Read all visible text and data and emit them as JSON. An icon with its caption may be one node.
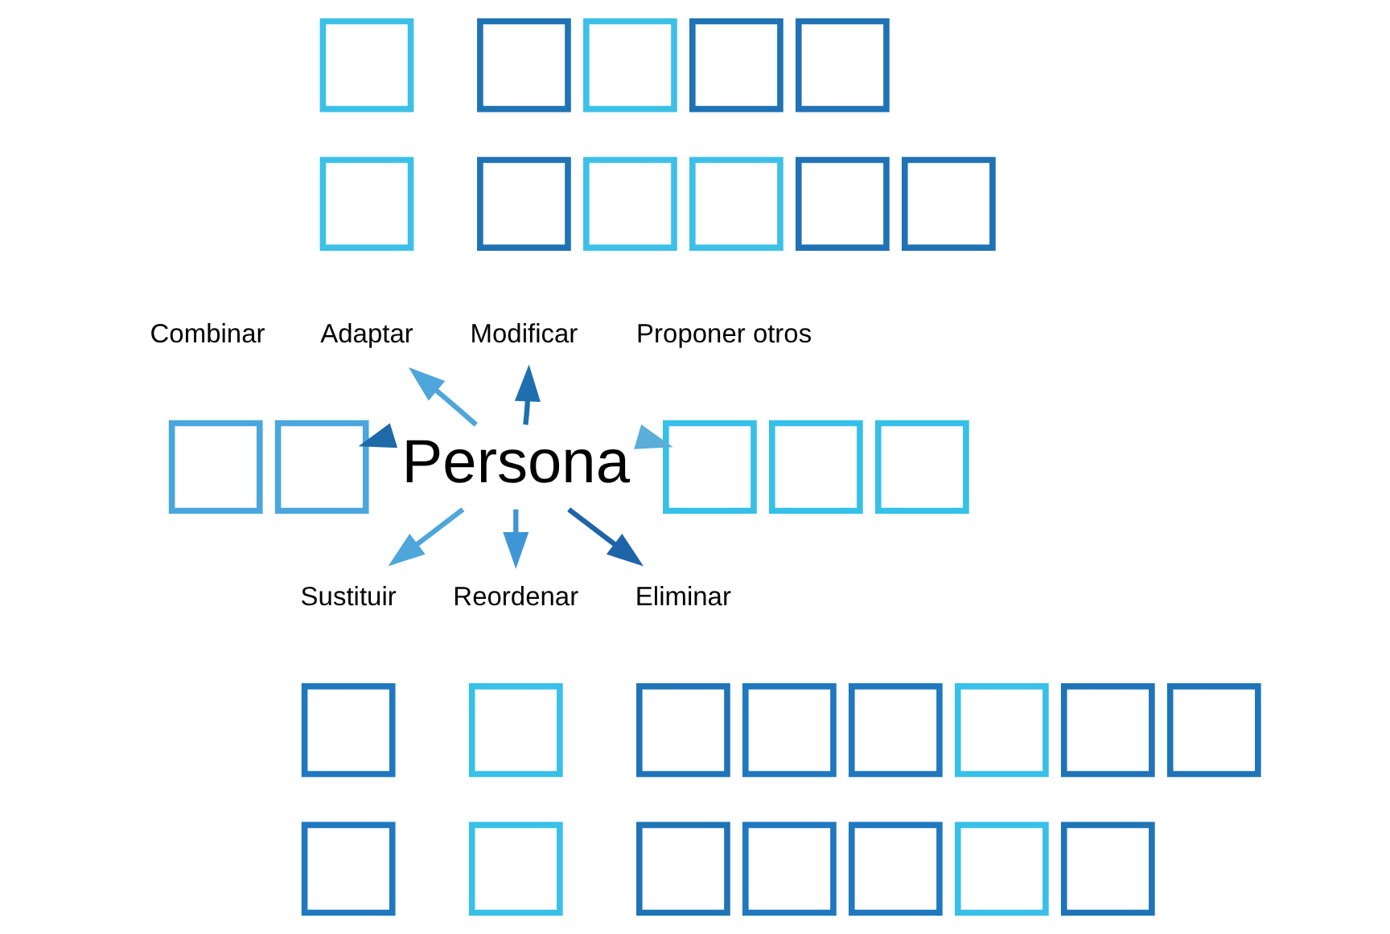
{
  "diagram": {
    "nodes": [
      {
        "text": [],
        "shape": "box"
      },
      {
        "text": [],
        "shape": "box"
      },
      {
        "text": [],
        "shape": "box"
      },
      {
        "text": [],
        "shape": "box"
      },
      {
        "text": [],
        "shape": "box"
      },
      {
        "text": [],
        "shape": "box"
      },
      {
        "text": [],
        "shape": "box"
      },
      {
        "text": [],
        "shape": "box"
      },
      {
        "text": [],
        "shape": "box"
      },
      {
        "text": [],
        "shape": "box"
      },
      {
        "text": [],
        "shape": "box"
      },
      {
        "text": [
          "Adaptar"
        ]
      },
      {
        "text": [
          "Modificar"
        ]
      },
      {
        "text": [
          "Combinar"
        ]
      },
      {
        "text": [
          "Proponer otros"
        ]
      },
      {
        "text": [],
        "shape": "box"
      },
      {
        "text": [],
        "shape": "box"
      },
      {
        "text": [
          "Persona"
        ]
      },
      {
        "text": [],
        "shape": "box"
      },
      {
        "text": [],
        "shape": "box"
      },
      {
        "text": [],
        "shape": "box"
      },
      {
        "text": [
          "Sustituir"
        ]
      },
      {
        "text": [
          "Reordenar"
        ]
      },
      {
        "text": [
          "Eliminar"
        ]
      },
      {
        "text": [],
        "shape": "box"
      },
      {
        "text": [],
        "shape": "box"
      },
      {
        "text": [],
        "shape": "box"
      },
      {
        "text": [],
        "shape": "box"
      },
      {
        "text": [],
        "shape": "box"
      },
      {
        "text": [],
        "shape": "box"
      },
      {
        "text": [],
        "shape": "box"
      },
      {
        "text": [],
        "shape": "box"
      },
      {
        "text": [],
        "shape": "box"
      },
      {
        "text": [],
        "shape": "box"
      },
      {
        "text": [],
        "shape": "box"
      },
      {
        "text": [],
        "shape": "box"
      },
      {
        "text": [],
        "shape": "box"
      },
      {
        "text": [],
        "shape": "box"
      },
      {
        "text": [],
        "shape": "box"
      }
    ],
    "edges": [
      {
        "from": 17,
        "to": 11,
        "arrow": "to",
        "color": "#4ea6da"
      },
      {
        "from": 17,
        "to": 12,
        "arrow": "to",
        "color": "#1f6fae"
      },
      {
        "from": 17,
        "to": 16,
        "arrow": "to",
        "color": "#1f6aa8"
      },
      {
        "from": 17,
        "to": 18,
        "arrow": "to",
        "color": "#5aaed8"
      },
      {
        "from": 17,
        "to": 21,
        "arrow": "to",
        "color": "#4ea6da"
      },
      {
        "from": 17,
        "to": 22,
        "arrow": "to",
        "color": "#3f96d6"
      },
      {
        "from": 17,
        "to": 23,
        "arrow": "to",
        "color": "#1f64a8"
      }
    ]
  }
}
